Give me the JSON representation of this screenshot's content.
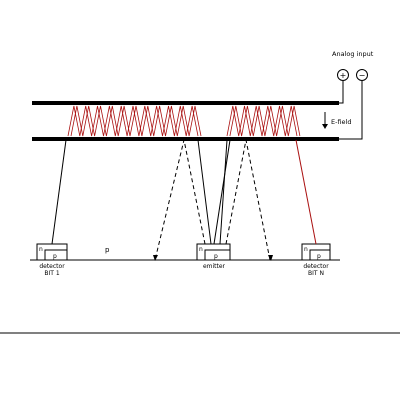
{
  "labels": {
    "analog_input": "Analog input",
    "plus": "+",
    "minus": "−",
    "e_field": "E-field",
    "p_region": "p",
    "detector_left": {
      "line1": "detector",
      "line2": "BIT 1",
      "n": "n",
      "p": "p"
    },
    "emitter": {
      "line1": "emitter",
      "n": "n",
      "p": "p"
    },
    "detector_right": {
      "line1": "detector",
      "line2": "BIT N",
      "n": "n",
      "p": "p"
    }
  },
  "colors": {
    "ink": "#000000",
    "wave": "#aa1111",
    "beam_right": "#aa1111",
    "background": "#ffffff"
  }
}
